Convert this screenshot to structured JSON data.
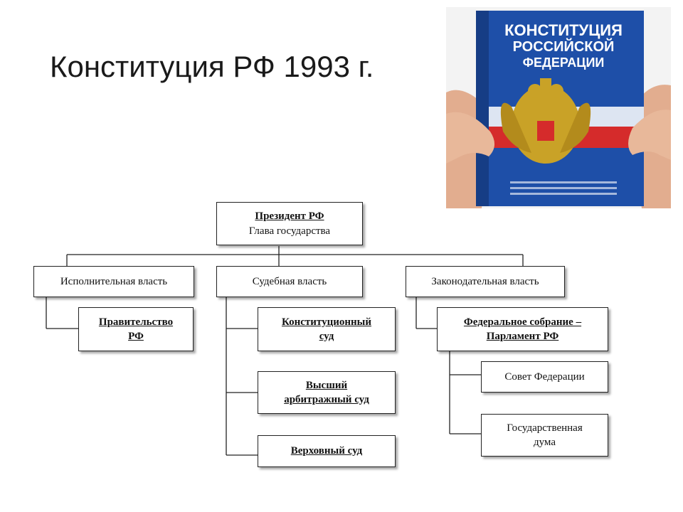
{
  "title": "Конституция РФ 1993 г.",
  "book": {
    "line1": "КОНСТИТУЦИЯ",
    "line2": "РОССИЙСКОЙ",
    "line3": "ФЕДЕРАЦИИ",
    "colors": {
      "blue": "#1e4fa8",
      "red": "#d52b2b",
      "gold": "#c9a227",
      "skin": "#e8b89a"
    }
  },
  "diagram": {
    "president": {
      "name": "Президент РФ",
      "role": "Глава государства"
    },
    "executive": "Исполнительная власть",
    "judicial": "Судебная власть",
    "legislative": "Законодательная власть",
    "government": {
      "line1": "Правительство",
      "line2": "РФ"
    },
    "const_court": {
      "line1": "Конституционный",
      "line2": "суд"
    },
    "arb_court": {
      "line1": "Высший",
      "line2": "арбитражный суд"
    },
    "supreme_court": "Верховный суд",
    "fed_assembly": {
      "line1": "Федеральное собрание –",
      "line2": "Парламент РФ"
    },
    "fed_council": "Совет Федерации",
    "duma": {
      "line1": "Государственная",
      "line2": "дума"
    }
  }
}
